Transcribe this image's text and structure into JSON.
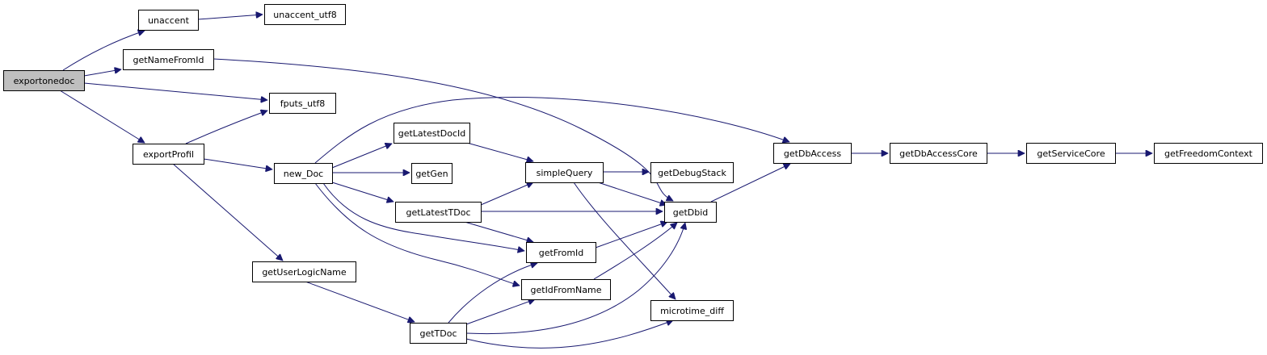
{
  "diagram": {
    "type": "call-graph",
    "root": "exportonedoc",
    "colors": {
      "edge": "#191970",
      "node_border": "#000000",
      "root_fill": "#bfbfbf",
      "node_fill": "#ffffff"
    },
    "nodes": [
      {
        "id": "exportonedoc",
        "label": "exportonedoc"
      },
      {
        "id": "unaccent",
        "label": "unaccent"
      },
      {
        "id": "unaccent_utf8",
        "label": "unaccent_utf8"
      },
      {
        "id": "getNameFromId",
        "label": "getNameFromId"
      },
      {
        "id": "fputs_utf8",
        "label": "fputs_utf8"
      },
      {
        "id": "exportProfil",
        "label": "exportProfil"
      },
      {
        "id": "new_Doc",
        "label": "new_Doc"
      },
      {
        "id": "getLatestDocId",
        "label": "getLatestDocId"
      },
      {
        "id": "getGen",
        "label": "getGen"
      },
      {
        "id": "getLatestTDoc",
        "label": "getLatestTDoc"
      },
      {
        "id": "getFromId",
        "label": "getFromId"
      },
      {
        "id": "getIdFromName",
        "label": "getIdFromName"
      },
      {
        "id": "getUserLogicName",
        "label": "getUserLogicName"
      },
      {
        "id": "getTDoc",
        "label": "getTDoc"
      },
      {
        "id": "simpleQuery",
        "label": "simpleQuery"
      },
      {
        "id": "getDebugStack",
        "label": "getDebugStack"
      },
      {
        "id": "getDbid",
        "label": "getDbid"
      },
      {
        "id": "microtime_diff",
        "label": "microtime_diff"
      },
      {
        "id": "getDbAccess",
        "label": "getDbAccess"
      },
      {
        "id": "getDbAccessCore",
        "label": "getDbAccessCore"
      },
      {
        "id": "getServiceCore",
        "label": "getServiceCore"
      },
      {
        "id": "getFreedomContext",
        "label": "getFreedomContext"
      }
    ],
    "edges": [
      {
        "from": "exportonedoc",
        "to": "unaccent"
      },
      {
        "from": "unaccent",
        "to": "unaccent_utf8"
      },
      {
        "from": "exportonedoc",
        "to": "getNameFromId"
      },
      {
        "from": "exportonedoc",
        "to": "fputs_utf8"
      },
      {
        "from": "exportonedoc",
        "to": "exportProfil"
      },
      {
        "from": "getNameFromId",
        "to": "getDbid"
      },
      {
        "from": "exportProfil",
        "to": "fputs_utf8"
      },
      {
        "from": "exportProfil",
        "to": "new_Doc"
      },
      {
        "from": "exportProfil",
        "to": "getUserLogicName"
      },
      {
        "from": "new_Doc",
        "to": "getDbAccess"
      },
      {
        "from": "new_Doc",
        "to": "getLatestDocId"
      },
      {
        "from": "new_Doc",
        "to": "getGen"
      },
      {
        "from": "new_Doc",
        "to": "getLatestTDoc"
      },
      {
        "from": "new_Doc",
        "to": "getFromId"
      },
      {
        "from": "new_Doc",
        "to": "getIdFromName"
      },
      {
        "from": "getLatestDocId",
        "to": "simpleQuery"
      },
      {
        "from": "getLatestTDoc",
        "to": "simpleQuery"
      },
      {
        "from": "getLatestTDoc",
        "to": "getDbid"
      },
      {
        "from": "getLatestTDoc",
        "to": "getFromId"
      },
      {
        "from": "simpleQuery",
        "to": "getDebugStack"
      },
      {
        "from": "simpleQuery",
        "to": "getDbid"
      },
      {
        "from": "simpleQuery",
        "to": "microtime_diff"
      },
      {
        "from": "getFromId",
        "to": "getDbid"
      },
      {
        "from": "getIdFromName",
        "to": "getDbid"
      },
      {
        "from": "getUserLogicName",
        "to": "getTDoc"
      },
      {
        "from": "getTDoc",
        "to": "getFromId"
      },
      {
        "from": "getTDoc",
        "to": "getIdFromName"
      },
      {
        "from": "getTDoc",
        "to": "getDbid"
      },
      {
        "from": "getTDoc",
        "to": "microtime_diff"
      },
      {
        "from": "getDbid",
        "to": "getDbAccess"
      },
      {
        "from": "getDbAccess",
        "to": "getDbAccessCore"
      },
      {
        "from": "getDbAccessCore",
        "to": "getServiceCore"
      },
      {
        "from": "getServiceCore",
        "to": "getFreedomContext"
      }
    ]
  }
}
